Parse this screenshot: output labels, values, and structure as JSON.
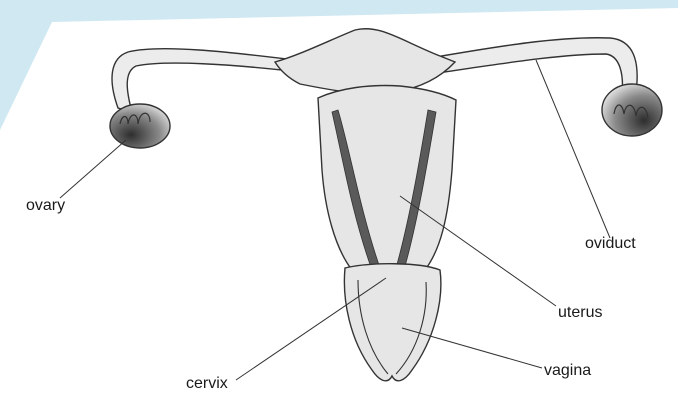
{
  "diagram": {
    "labels": {
      "ovary": "ovary",
      "oviduct": "oviduct",
      "uterus": "uterus",
      "vagina": "vagina",
      "cervix": "cervix"
    },
    "colors": {
      "background": "#cfe8f2",
      "paper": "#ffffff",
      "tissue_fill": "#e8e8e8",
      "outline": "#333333",
      "lining": "#555555",
      "ovary_shade": "#4a4a4a"
    }
  }
}
